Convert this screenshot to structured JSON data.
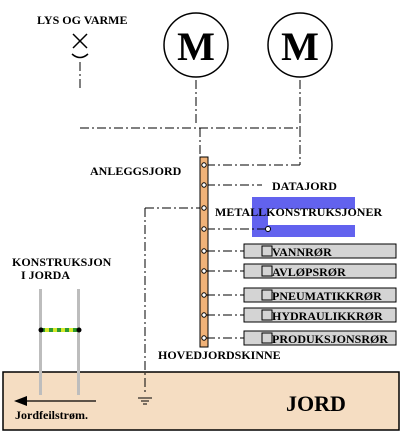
{
  "labels": {
    "lys_og_varme": "LYS OG VARME",
    "motor_symbol": "M",
    "anleggsjord": "ANLEGGSJORD",
    "datajord": "DATAJORD",
    "metallkonstruksjoner": "METALLKONSTRUKSJONER",
    "konstruksjon_line1": "KONSTRUKSJON",
    "konstruksjon_line2": "I JORDA",
    "hovedjordskinne": "HOVEDJORDSKINNE",
    "jord": "JORD",
    "jordfeilstrom": "Jordfeilstrøm."
  },
  "pipes": [
    {
      "label": "VANNRØR"
    },
    {
      "label": "AVLØPSRØR"
    },
    {
      "label": "PNEUMATIKKRØR"
    },
    {
      "label": "HYDRAULIKKRØR"
    },
    {
      "label": "PRODUKSJONSRØR"
    }
  ],
  "colors": {
    "ground": "#f5ddc2",
    "busbar": "#f0b278",
    "pipe_fill": "#d4d4d4",
    "metal_construction": "#6262ee",
    "yellow_green": "#d4e82a",
    "line": "#000000"
  }
}
